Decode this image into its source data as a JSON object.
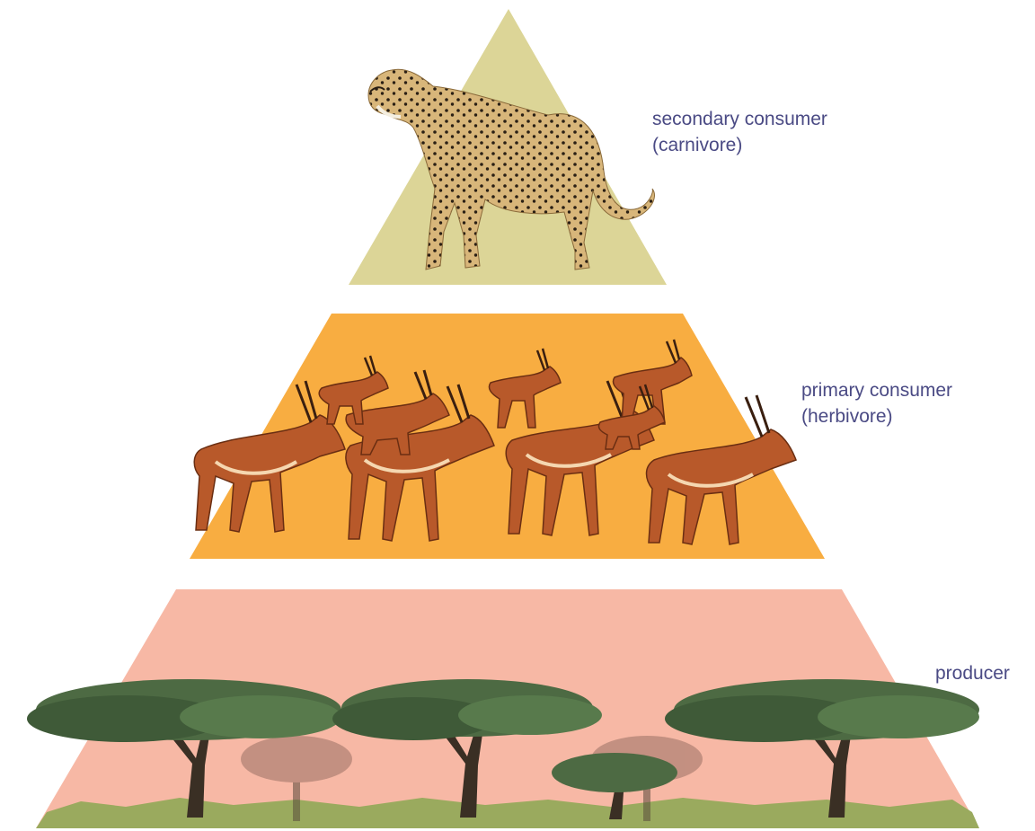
{
  "levels": [
    {
      "name": "secondary consumer",
      "sub": "(carnivore)",
      "organism": "cheetah",
      "count": 1,
      "color": "#dcd597"
    },
    {
      "name": "primary consumer",
      "sub": "(herbivore)",
      "organism": "impala",
      "count": 9,
      "color": "#f8ad41"
    },
    {
      "name": "producer",
      "sub": "",
      "organism": "acacia tree",
      "count": 6,
      "color": "#f7b8a5"
    }
  ],
  "colors": {
    "label_text": "#4a4a84",
    "ground": "#9aaa5e",
    "tree_foliage": "#4d6a43",
    "tree_trunk": "#3a2f24",
    "impala_body": "#b8592a",
    "cheetah_fur": "#d7b478"
  }
}
